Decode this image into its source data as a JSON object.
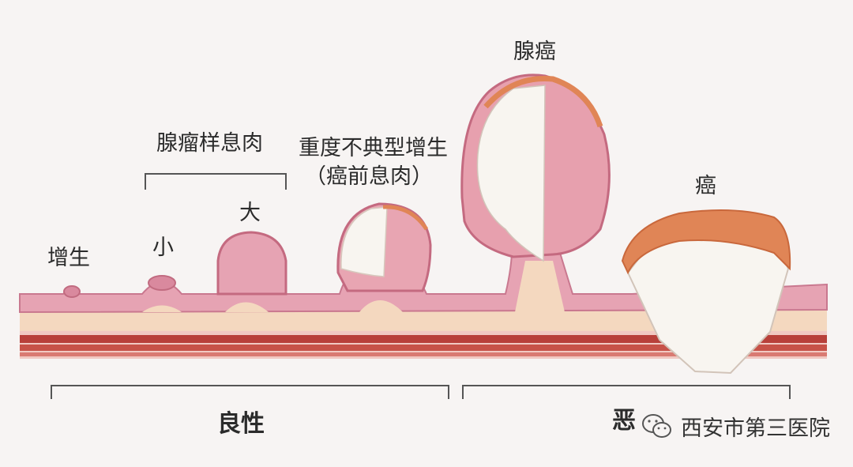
{
  "labels": {
    "hyperplasia": "增生",
    "adenoma_polyp": "腺瘤样息肉",
    "small": "小",
    "large": "大",
    "severe_dysplasia": "重度不典型增生",
    "precancerous_polyp": "（癌前息肉）",
    "adenocarcinoma": "腺癌",
    "cancer": "癌",
    "benign": "良性",
    "malignant": "恶"
  },
  "watermark": {
    "text": "西安市第三医院",
    "icon": "wechat-icon"
  },
  "colors": {
    "background": "#f7f4f3",
    "mucosa_pink": "#e6a3b3",
    "mucosa_dark": "#c9788f",
    "submucosa": "#f4d8bf",
    "muscle_red": "#b8403a",
    "tumor_white": "#f8f5f0",
    "tumor_orange": "#e08556",
    "bracket": "#555555"
  }
}
